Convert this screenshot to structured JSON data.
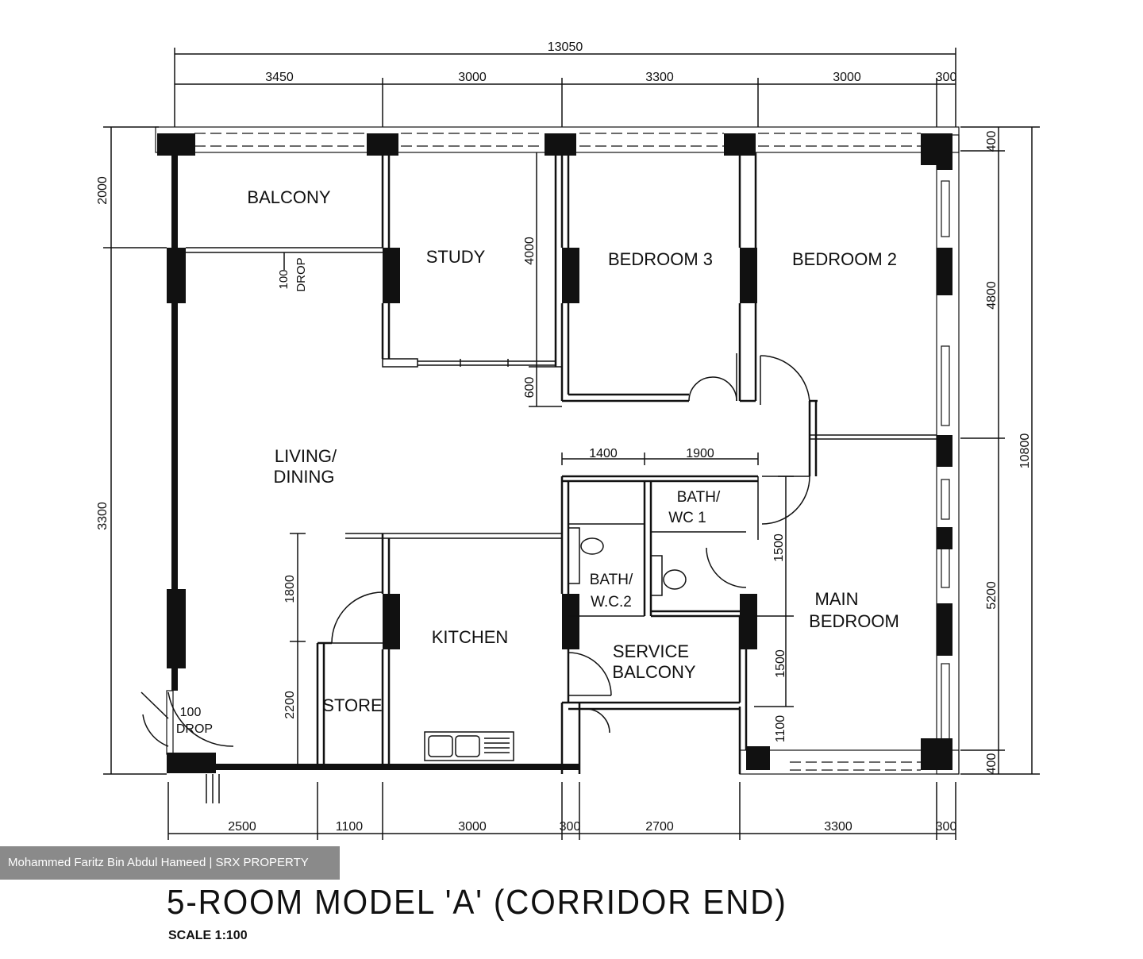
{
  "title": "5-ROOM MODEL 'A' (CORRIDOR END)",
  "scale": "SCALE 1:100",
  "watermark": "Mohammed Faritz Bin Abdul Hameed | SRX PROPERTY",
  "rooms": {
    "balcony": "BALCONY",
    "study": "STUDY",
    "bedroom3": "BEDROOM 3",
    "bedroom2": "BEDROOM 2",
    "living1": "LIVING/",
    "living2": "DINING",
    "kitchen": "KITCHEN",
    "store": "STORE",
    "bath1a": "BATH/",
    "bath1b": "WC 1",
    "bath2a": "BATH/",
    "bath2b": "W.C.2",
    "service1": "SERVICE",
    "service2": "BALCONY",
    "main1": "MAIN",
    "main2": "BEDROOM"
  },
  "notes": {
    "drop_top_a": "100",
    "drop_top_b": "DROP",
    "drop_entry_a": "100",
    "drop_entry_b": "DROP"
  },
  "dims": {
    "top_total": "13050",
    "top": [
      "3450",
      "3000",
      "3300",
      "3000",
      "300"
    ],
    "bottom": [
      "2500",
      "1100",
      "3000",
      "300",
      "2700",
      "3300",
      "300"
    ],
    "right_total": "10800",
    "right": [
      "400",
      "4800",
      "5200",
      "400"
    ],
    "left": [
      "2000",
      "3300"
    ],
    "study_h": "4000",
    "study_gap": "600",
    "bath_w": [
      "1400",
      "1900"
    ],
    "living_h": "1800",
    "store_h": "2200",
    "main_h": [
      "1500",
      "1100"
    ],
    "bath_side": "1500"
  }
}
